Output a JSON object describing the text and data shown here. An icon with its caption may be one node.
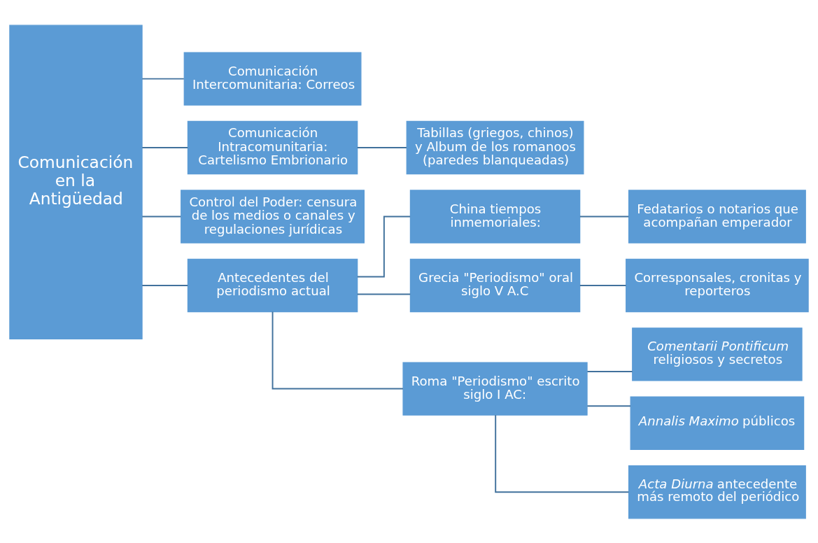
{
  "diagram": {
    "nodes": [
      {
        "text": [
          "Comunicación en la Antigüedad"
        ]
      },
      {
        "text": [
          "Comunicación Intercomunitaria: Correos"
        ]
      },
      {
        "text": [
          "Comunicación Intracomunitaria: Cartelismo Embrionario"
        ]
      },
      {
        "text": [
          "Tabillas (griegos, chinos) y Album de los romanoos (paredes blanqueadas)"
        ]
      },
      {
        "text": [
          "Control del Poder: censura de los medios o canales y regulaciones jurídicas"
        ]
      },
      {
        "text": [
          "Antecedentes del periodismo actual"
        ]
      },
      {
        "text": [
          "China tiempos inmemoriales:"
        ]
      },
      {
        "text": [
          "Fedatarios o notarios que acompañan emperador"
        ]
      },
      {
        "text": [
          "Grecia \"Periodismo\" oral siglo V A.C"
        ]
      },
      {
        "text": [
          "Corresponsales, cronitas y reporteros"
        ]
      },
      {
        "text": [
          "Roma \"Periodismo\" escrito siglo I AC:"
        ]
      },
      {
        "text": [
          "*Comentarii Pontificum* religiosos y secretos"
        ]
      },
      {
        "text": [
          "*Annalis Maximo* públicos"
        ]
      },
      {
        "text": [
          "*Acta Diurna* antecedente más remoto del periódico"
        ]
      }
    ],
    "edges": [
      {
        "from": 0,
        "to": 1,
        "arrow": "none"
      },
      {
        "from": 0,
        "to": 2,
        "arrow": "none"
      },
      {
        "from": 0,
        "to": 4,
        "arrow": "none"
      },
      {
        "from": 0,
        "to": 5,
        "arrow": "none"
      },
      {
        "from": 2,
        "to": 3,
        "arrow": "none"
      },
      {
        "from": 5,
        "to": 6,
        "arrow": "none"
      },
      {
        "from": 5,
        "to": 8,
        "arrow": "none"
      },
      {
        "from": 5,
        "to": 10,
        "arrow": "none"
      },
      {
        "from": 6,
        "to": 7,
        "arrow": "none"
      },
      {
        "from": 8,
        "to": 9,
        "arrow": "none"
      },
      {
        "from": 10,
        "to": 11,
        "arrow": "none"
      },
      {
        "from": 10,
        "to": 12,
        "arrow": "none"
      },
      {
        "from": 10,
        "to": 13,
        "arrow": "none"
      }
    ]
  }
}
